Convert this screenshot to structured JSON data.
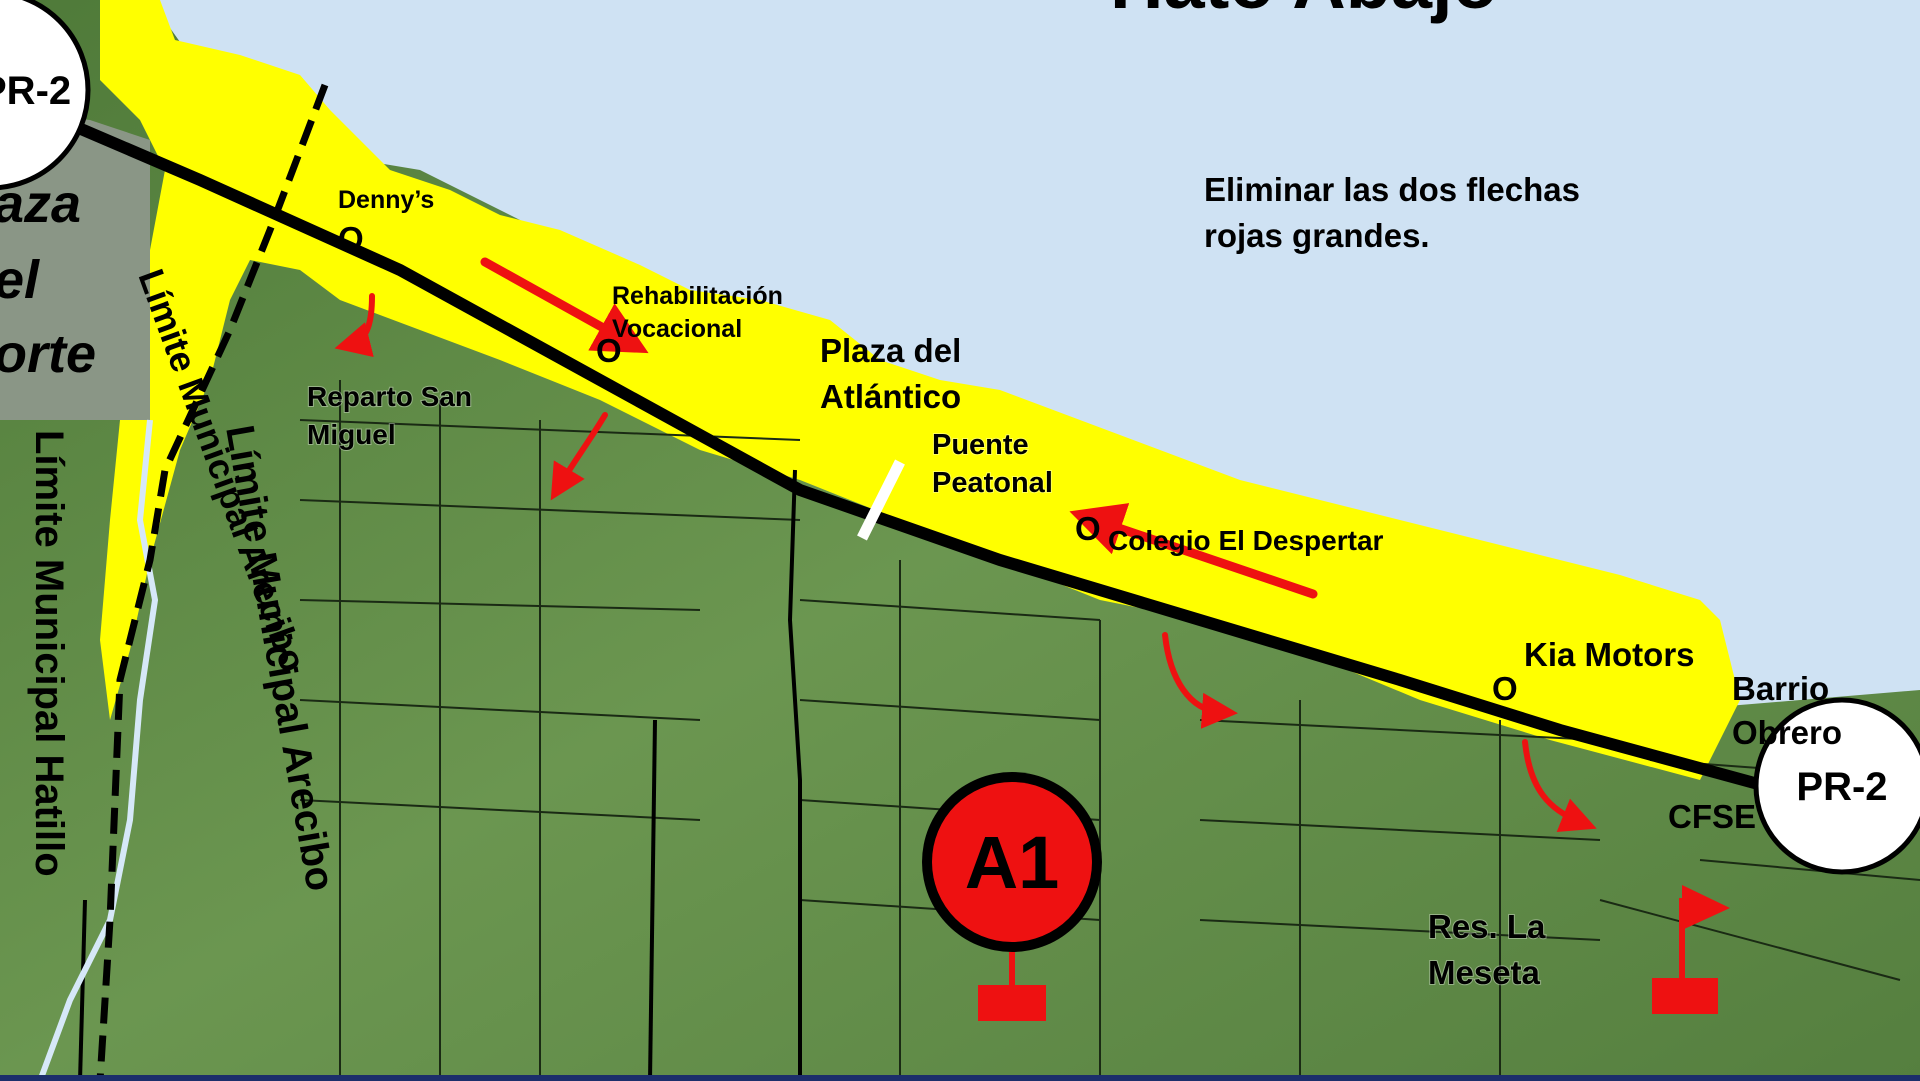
{
  "map": {
    "title_partial": "Hato Abajo",
    "note": [
      "Eliminar las dos flechas",
      "rojas grandes."
    ],
    "shields": {
      "left": "PR-2",
      "right": "PR-2",
      "zone": "A1"
    },
    "places": {
      "plaza_norte": [
        "aza",
        "el",
        "orte"
      ],
      "dennys": "Denny’s",
      "rehabilitacion": [
        "Rehabilitación",
        "Vocacional"
      ],
      "plaza_atlantico": [
        "Plaza del",
        "Atlántico"
      ],
      "reparto": [
        "Reparto San",
        "Miguel"
      ],
      "puente": [
        "Puente",
        "Peatonal"
      ],
      "colegio": "Colegio El Despertar",
      "kia": "Kia Motors",
      "barrio": [
        "Barrio",
        "Obrero"
      ],
      "cfse": "CFSE",
      "meseta": [
        "Res. La",
        "Meseta"
      ]
    },
    "boundaries": {
      "hatillo": "Límite Municipal Hatillo",
      "arecibo": "Límite Municipal Arecibo"
    },
    "marker_symbol": "O",
    "colors": {
      "ocean": "#cfe2f3",
      "land": "#5f8a45",
      "coast_zone": "#ffff00",
      "arrows": "#ee1111",
      "highway": "#000000",
      "urban_gray": "#8a9686"
    },
    "icons": [
      "highway-shield-icon",
      "zone-badge-icon",
      "flag-icon",
      "arrow-icon"
    ]
  }
}
